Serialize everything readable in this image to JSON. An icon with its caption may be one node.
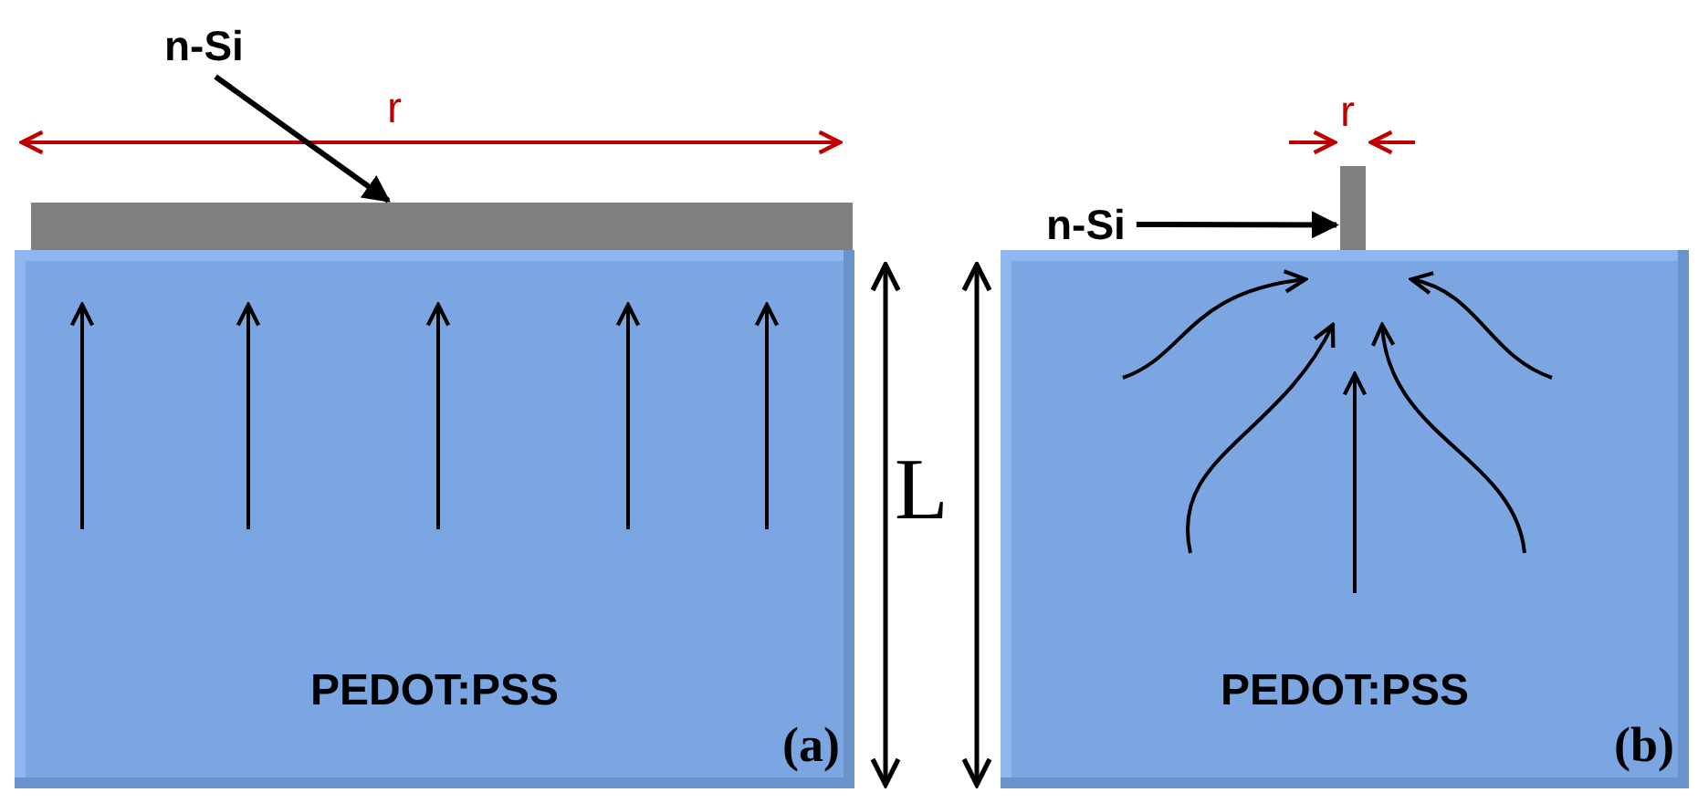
{
  "diagram": {
    "nodes": [
      {
        "text": [
          "PEDOT:PSS",
          "(a)"
        ]
      },
      {
        "text": [
          "n-Si"
        ]
      },
      {
        "text": [],
        "shape": "bar"
      },
      {
        "text": [
          "PEDOT:PSS",
          "(b)"
        ]
      },
      {
        "text": [
          "n-Si"
        ]
      },
      {
        "text": [],
        "shape": "bar"
      }
    ],
    "edges": [
      {
        "from": 1,
        "to": 2,
        "arrow": "to"
      },
      {
        "from": 4,
        "to": 5,
        "arrow": "to"
      }
    ],
    "labels": [
      "r",
      "L",
      "r"
    ]
  }
}
